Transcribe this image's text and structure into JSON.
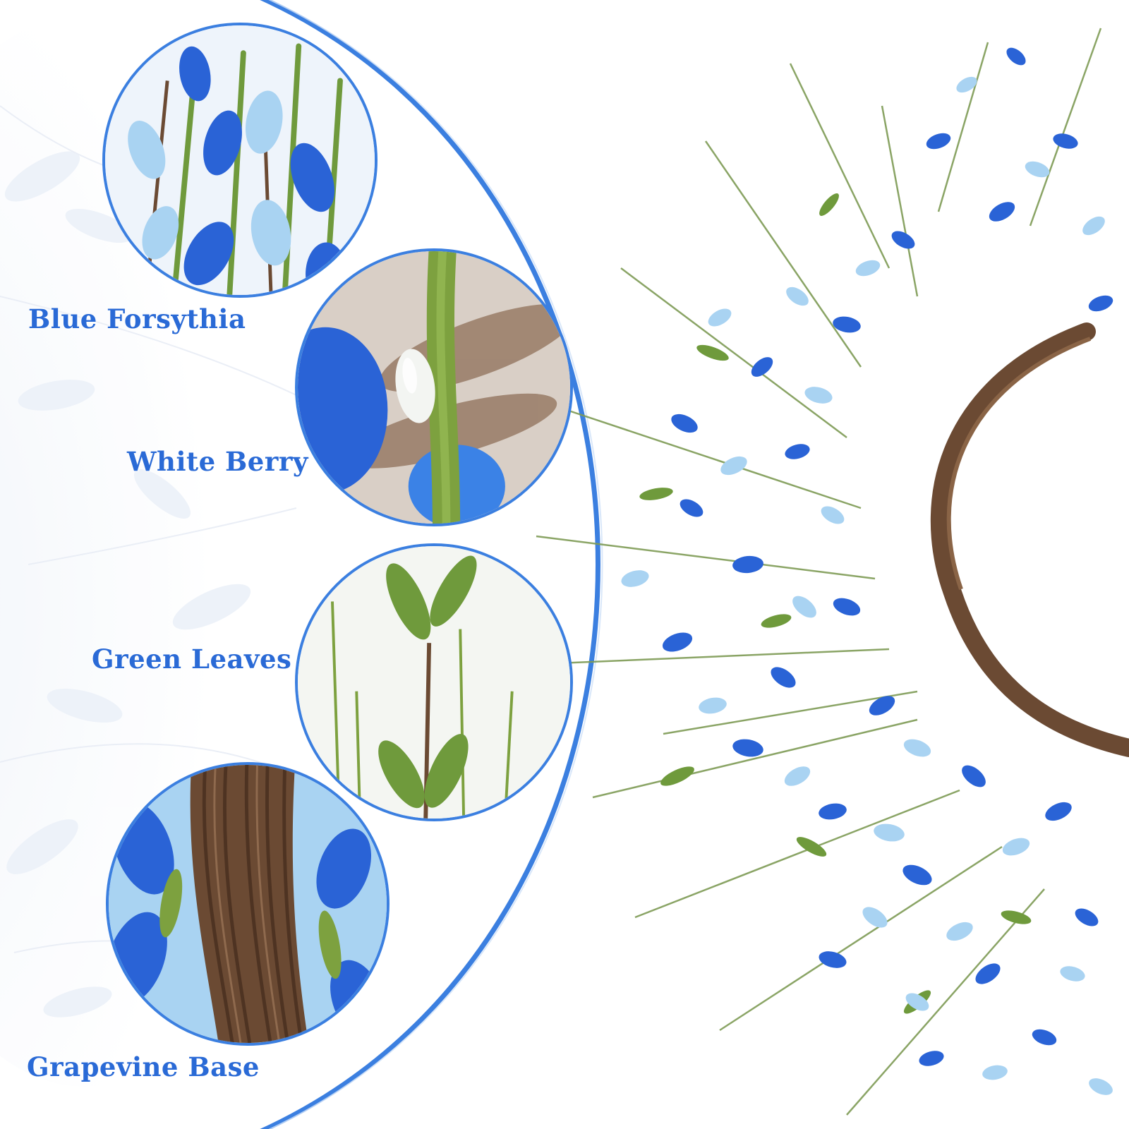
{
  "colors": {
    "accent": "#2f6fd8",
    "label_text": "#2a6ad6",
    "arc": "#3b7fe0",
    "dark_blue_petal": "#2a63d6",
    "light_blue_petal": "#a9d3f2",
    "leaf_green": "#6f9a3c",
    "vine_brown": "#6b4a33"
  },
  "labels": {
    "blue_forsythia": "Blue Forsythia",
    "white_berry": "White Berry",
    "green_leaves": "Green Leaves",
    "grapevine_base": "Grapevine Base"
  },
  "icons": {
    "detail_1": "blue-forsythia-closeup",
    "detail_2": "white-berry-closeup",
    "detail_3": "green-leaves-closeup",
    "detail_4": "grapevine-base-closeup"
  }
}
